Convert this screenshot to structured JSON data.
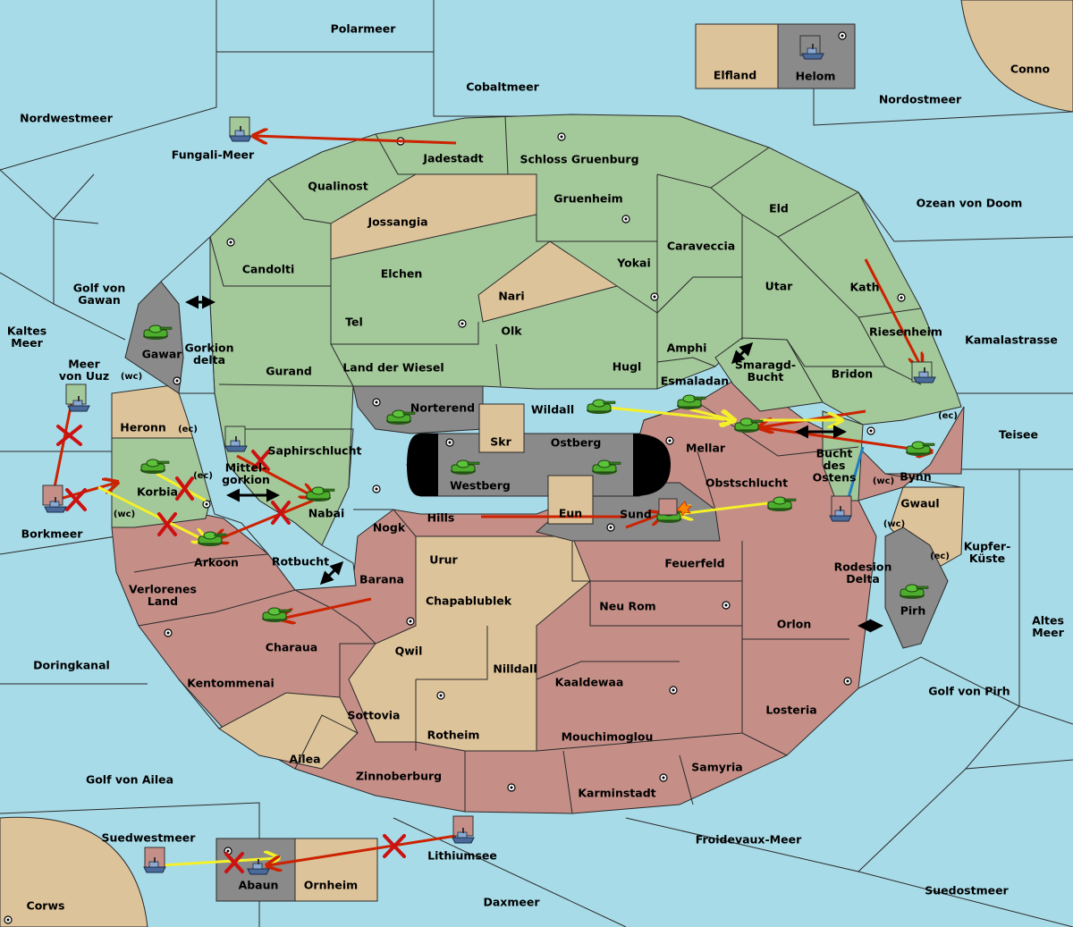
{
  "colors": {
    "sea": "#a8dbe8",
    "land_green": "#a3c89a",
    "land_tan": "#ddc39a",
    "land_red": "#c58f88",
    "land_gray": "#8a8a8a",
    "order_red": "#cc2200",
    "order_yellow": "#f4f02a",
    "order_black": "#000000"
  },
  "seas": [
    "Polarmeer",
    "Cobaltmeer",
    "Nordwestmeer",
    "Nordostmeer",
    "Fungali-Meer",
    "Ozean von Doom",
    "Golf von Gawan",
    "Kaltes Meer",
    "Meer von Uuz",
    "Kamalastrasse",
    "Teisee",
    "Borkmeer",
    "Mittel-gorkion",
    "Gorkion delta",
    "Rotbucht",
    "Smaragd-Bucht",
    "Bucht des Ostens",
    "Kupfer-Küste",
    "Altes Meer",
    "Doringkanal",
    "Golf von Pirh",
    "Golf von Ailea",
    "Suedwestmeer",
    "Lithiumsee",
    "Froidevaux-Meer",
    "Suedostmeer",
    "Daxmeer",
    "Corws",
    "Conno"
  ],
  "provinces": [
    "Jadestadt",
    "Schloss Gruenburg",
    "Qualinost",
    "Jossangia",
    "Gruenheim",
    "Eld",
    "Candolti",
    "Caraveccia",
    "Elchen",
    "Yokai",
    "Nari",
    "Utar",
    "Kath",
    "Tel",
    "Olk",
    "Amphi",
    "Riesenheim",
    "Gurand",
    "Land der Wiesel",
    "Hugl",
    "Bridon",
    "Esmaladan",
    "Gawar",
    "Heronn",
    "Norterend",
    "Wildall",
    "Saphirschlucht",
    "Skr",
    "Ostberg",
    "Mellar",
    "Westberg",
    "Bynn",
    "Korbia",
    "Nabai",
    "Obstschlucht",
    "Gwaul",
    "Hills",
    "Eun",
    "Sund",
    "Nogk",
    "Arkoon",
    "Urur",
    "Feuerfeld",
    "Rodesion Delta",
    "Barana",
    "Verlorenes Land",
    "Chapablublek",
    "Neu Rom",
    "Pirh",
    "Orlon",
    "Charaua",
    "Qwil",
    "Nilldall",
    "Kentommenai",
    "Kaaldewaa",
    "Losteria",
    "Sottovia",
    "Rotheim",
    "Mouchimoglou",
    "Ailea",
    "Samyria",
    "Zinnoberburg",
    "Karminstadt",
    "Elfland",
    "Helom",
    "Abaun",
    "Ornheim"
  ],
  "coast_tags": [
    "(wc)",
    "(ec)",
    "(ec)",
    "(wc)",
    "(ec)",
    "(wc)",
    "(wc)",
    "(ec)"
  ],
  "unit_counts": {
    "armies": 16,
    "fleets": 12
  },
  "icons": {
    "army": "tank-icon",
    "fleet": "ship-icon",
    "dislodged": "explosion-icon",
    "failed": "cross-icon"
  }
}
